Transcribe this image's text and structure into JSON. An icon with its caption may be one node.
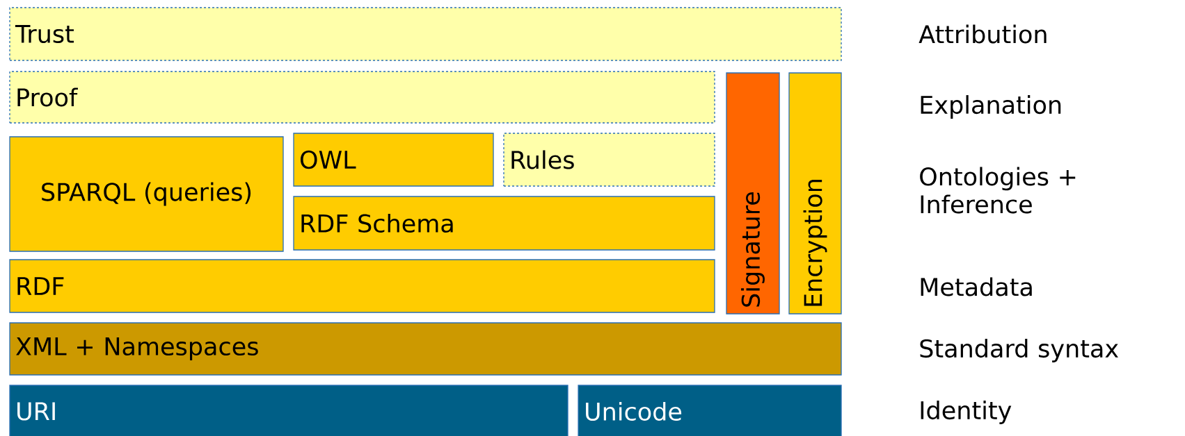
{
  "diagram": {
    "nodes": [
      {
        "text": [
          "Trust"
        ]
      },
      {
        "text": [
          "Proof"
        ]
      },
      {
        "text": [
          "SPARQL (queries)"
        ]
      },
      {
        "text": [
          "OWL"
        ]
      },
      {
        "text": [
          "Rules"
        ]
      },
      {
        "text": [
          "RDF Schema"
        ]
      },
      {
        "text": [
          "RDF"
        ]
      },
      {
        "text": [
          "Signature"
        ]
      },
      {
        "text": [
          "Encryption"
        ]
      },
      {
        "text": [
          "XML + Namespaces"
        ]
      },
      {
        "text": [
          "URI"
        ]
      },
      {
        "text": [
          "Unicode"
        ]
      }
    ],
    "labels": [
      "Attribution",
      "Explanation",
      "Ontologies + Inference",
      "Metadata",
      "Standard syntax",
      "Identity"
    ]
  }
}
